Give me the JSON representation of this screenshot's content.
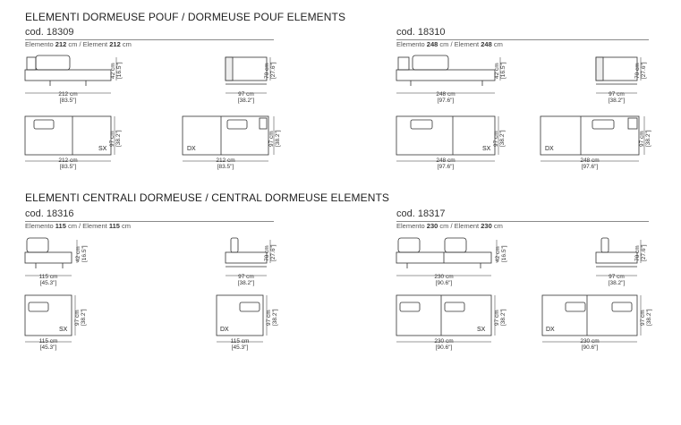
{
  "sections": [
    {
      "title": "ELEMENTI DORMEUSE POUF / DORMEUSE POUF ELEMENTS"
    },
    {
      "title": "ELEMENTI CENTRALI DORMEUSE / CENTRAL DORMEUSE ELEMENTS"
    }
  ],
  "products": [
    {
      "code": "cod. 18309",
      "elem_a": "Elemento ",
      "elem_w": "212",
      "elem_b": " cm / Element ",
      "elem_w2": "212",
      "elem_c": " cm",
      "width": "212 cm",
      "width_in": "[83.5\"]",
      "height": "42 cm",
      "height_in": "[16.5\"]",
      "depth": "97 cm",
      "depth_in": "[38.2\"]",
      "back": "70 cm",
      "back_in": "[27.6\"]",
      "plan_h": "97 cm",
      "plan_h_in": "[38.2\"]",
      "left": "SX",
      "right": "DX"
    },
    {
      "code": "cod. 18310",
      "elem_a": "Elemento ",
      "elem_w": "248",
      "elem_b": " cm / Element ",
      "elem_w2": "248",
      "elem_c": " cm",
      "width": "248 cm",
      "width_in": "[97.6\"]",
      "height": "42 cm",
      "height_in": "[16.5\"]",
      "depth": "97 cm",
      "depth_in": "[38.2\"]",
      "back": "70 cm",
      "back_in": "[27.6\"]",
      "plan_h": "97 cm",
      "plan_h_in": "[38.2\"]",
      "left": "SX",
      "right": "DX"
    },
    {
      "code": "cod. 18316",
      "elem_a": "Elemento ",
      "elem_w": "115",
      "elem_b": " cm / Element ",
      "elem_w2": "115",
      "elem_c": " cm",
      "width": "115 cm",
      "width_in": "[45.3\"]",
      "height": "42 cm",
      "height_in": "[16.5\"]",
      "depth": "97 cm",
      "depth_in": "[38.2\"]",
      "back": "70 cm",
      "back_in": "[27.6\"]",
      "plan_h": "97 cm",
      "plan_h_in": "[38.2\"]",
      "left": "SX",
      "right": "DX"
    },
    {
      "code": "cod. 18317",
      "elem_a": "Elemento ",
      "elem_w": "230",
      "elem_b": " cm / Element ",
      "elem_w2": "230",
      "elem_c": " cm",
      "width": "230 cm",
      "width_in": "[90.6\"]",
      "height": "42 cm",
      "height_in": "[16.5\"]",
      "depth": "97 cm",
      "depth_in": "[38.2\"]",
      "back": "70 cm",
      "back_in": "[27.6\"]",
      "plan_h": "97 cm",
      "plan_h_in": "[38.2\"]",
      "left": "SX",
      "right": "DX"
    }
  ]
}
